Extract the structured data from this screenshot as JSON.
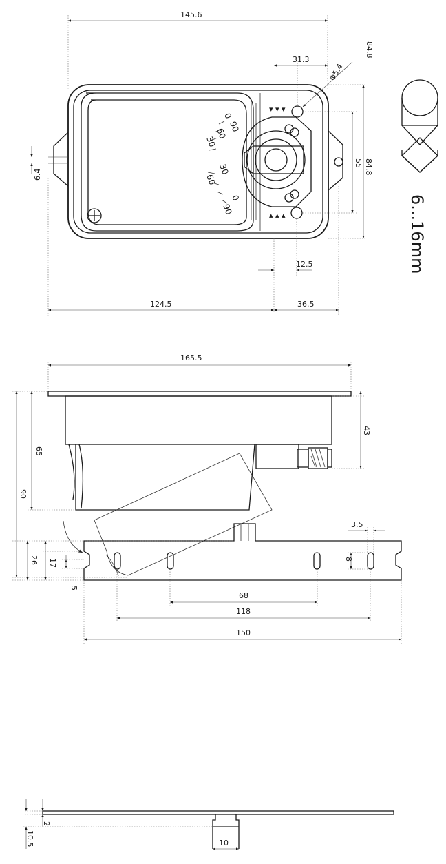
{
  "top_view": {
    "overall_width": "145.6",
    "height_outer": "84.8",
    "height_right": "84.8",
    "offset_right": "31.3",
    "hole_diameter": "Φ5.4",
    "inner_height": "55",
    "left_offset": "6.4",
    "small_offset": "12.5",
    "bottom_left": "124.5",
    "bottom_right": "36.5",
    "scale_marks": [
      "0",
      "90",
      "60",
      "30",
      "30",
      "60",
      "90",
      "0"
    ]
  },
  "shaft_range": {
    "label": "6...16mm"
  },
  "side_view": {
    "overall_length": "165.5",
    "height": "43",
    "swing_height": "65",
    "total_height": "90"
  },
  "bracket_view": {
    "height_outer": "26",
    "height_inner": "17",
    "slot_offset": "5",
    "slot_width": "3.5",
    "slot_length": "8",
    "inner_span": "68",
    "outer_span": "118",
    "overall_length": "150"
  },
  "bracket_side_view": {
    "thickness": "2",
    "height": "10.5",
    "tab_width": "10"
  }
}
